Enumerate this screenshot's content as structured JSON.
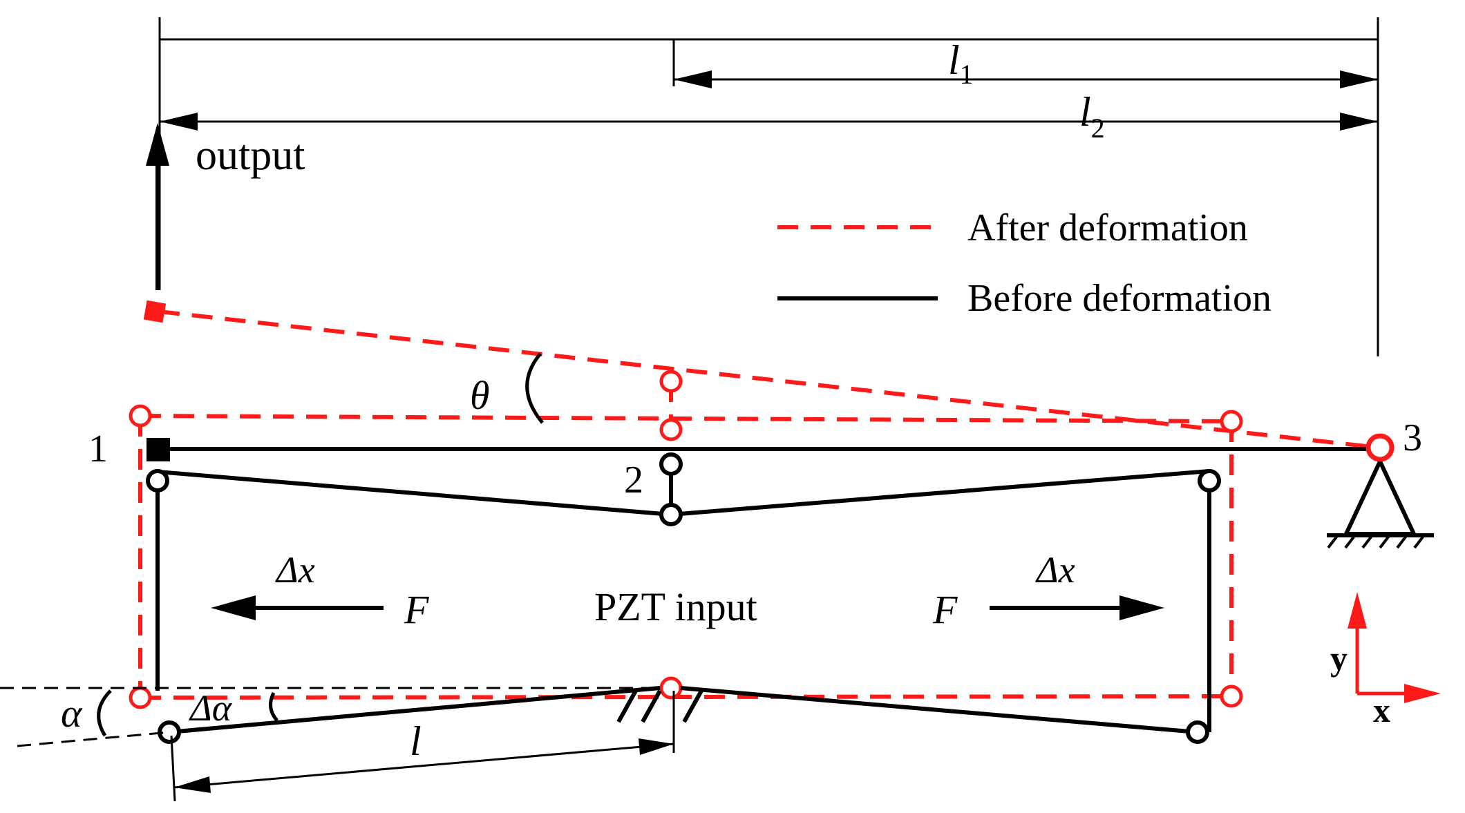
{
  "labels": {
    "l1": "l",
    "l1_sub": "1",
    "l2": "l",
    "l2_sub": "2",
    "output": "output",
    "theta": "θ",
    "node1": "1",
    "node2": "2",
    "node3": "3",
    "alpha": "α",
    "delta_alpha": "Δα",
    "l": "l",
    "dx_left": "Δx",
    "dx_right": "Δx",
    "f_left": "F",
    "f_right": "F",
    "pzt": "PZT input",
    "axis_x": "x",
    "axis_y": "y"
  },
  "legend": {
    "after": "After deformation",
    "before": "Before deformation"
  },
  "colors": {
    "after": "#ff1a1a",
    "before": "#000000"
  }
}
